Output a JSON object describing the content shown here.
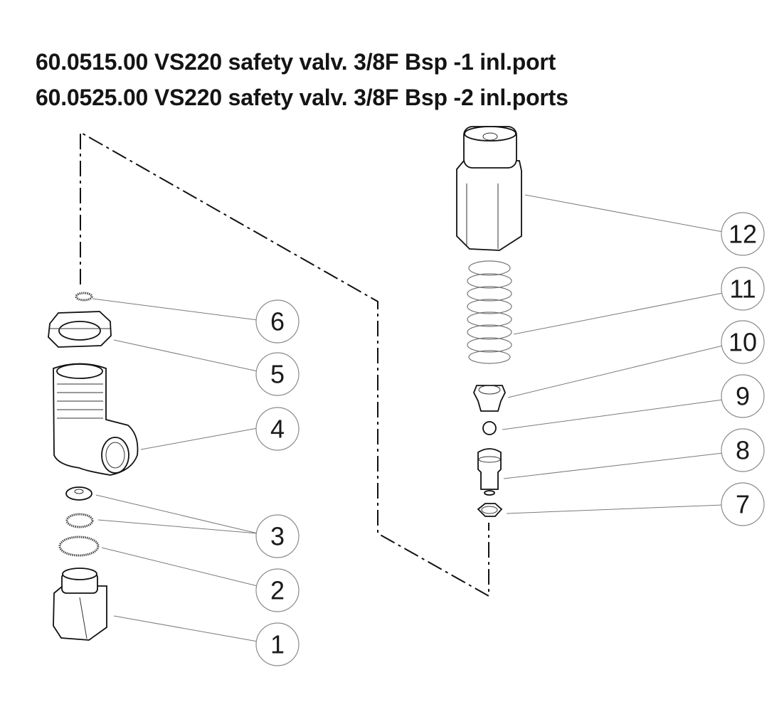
{
  "title": {
    "lines": [
      "60.0515.00 VS220 safety valv. 3/8F Bsp -1 inl.port",
      "60.0525.00 VS220 safety valv. 3/8F Bsp -2 inl.ports"
    ]
  },
  "diagram": {
    "type": "exploded-parts-view",
    "callouts": [
      {
        "number": "1",
        "part": "hex adapter fitting"
      },
      {
        "number": "2",
        "part": "o-ring (large)"
      },
      {
        "number": "3",
        "part": "seal washer and o-ring"
      },
      {
        "number": "4",
        "part": "elbow body"
      },
      {
        "number": "5",
        "part": "lock nut"
      },
      {
        "number": "6",
        "part": "o-ring (small)"
      },
      {
        "number": "7",
        "part": "washer"
      },
      {
        "number": "8",
        "part": "piston"
      },
      {
        "number": "9",
        "part": "ball"
      },
      {
        "number": "10",
        "part": "spring guide"
      },
      {
        "number": "11",
        "part": "spring"
      },
      {
        "number": "12",
        "part": "valve cap / hex body"
      }
    ]
  }
}
